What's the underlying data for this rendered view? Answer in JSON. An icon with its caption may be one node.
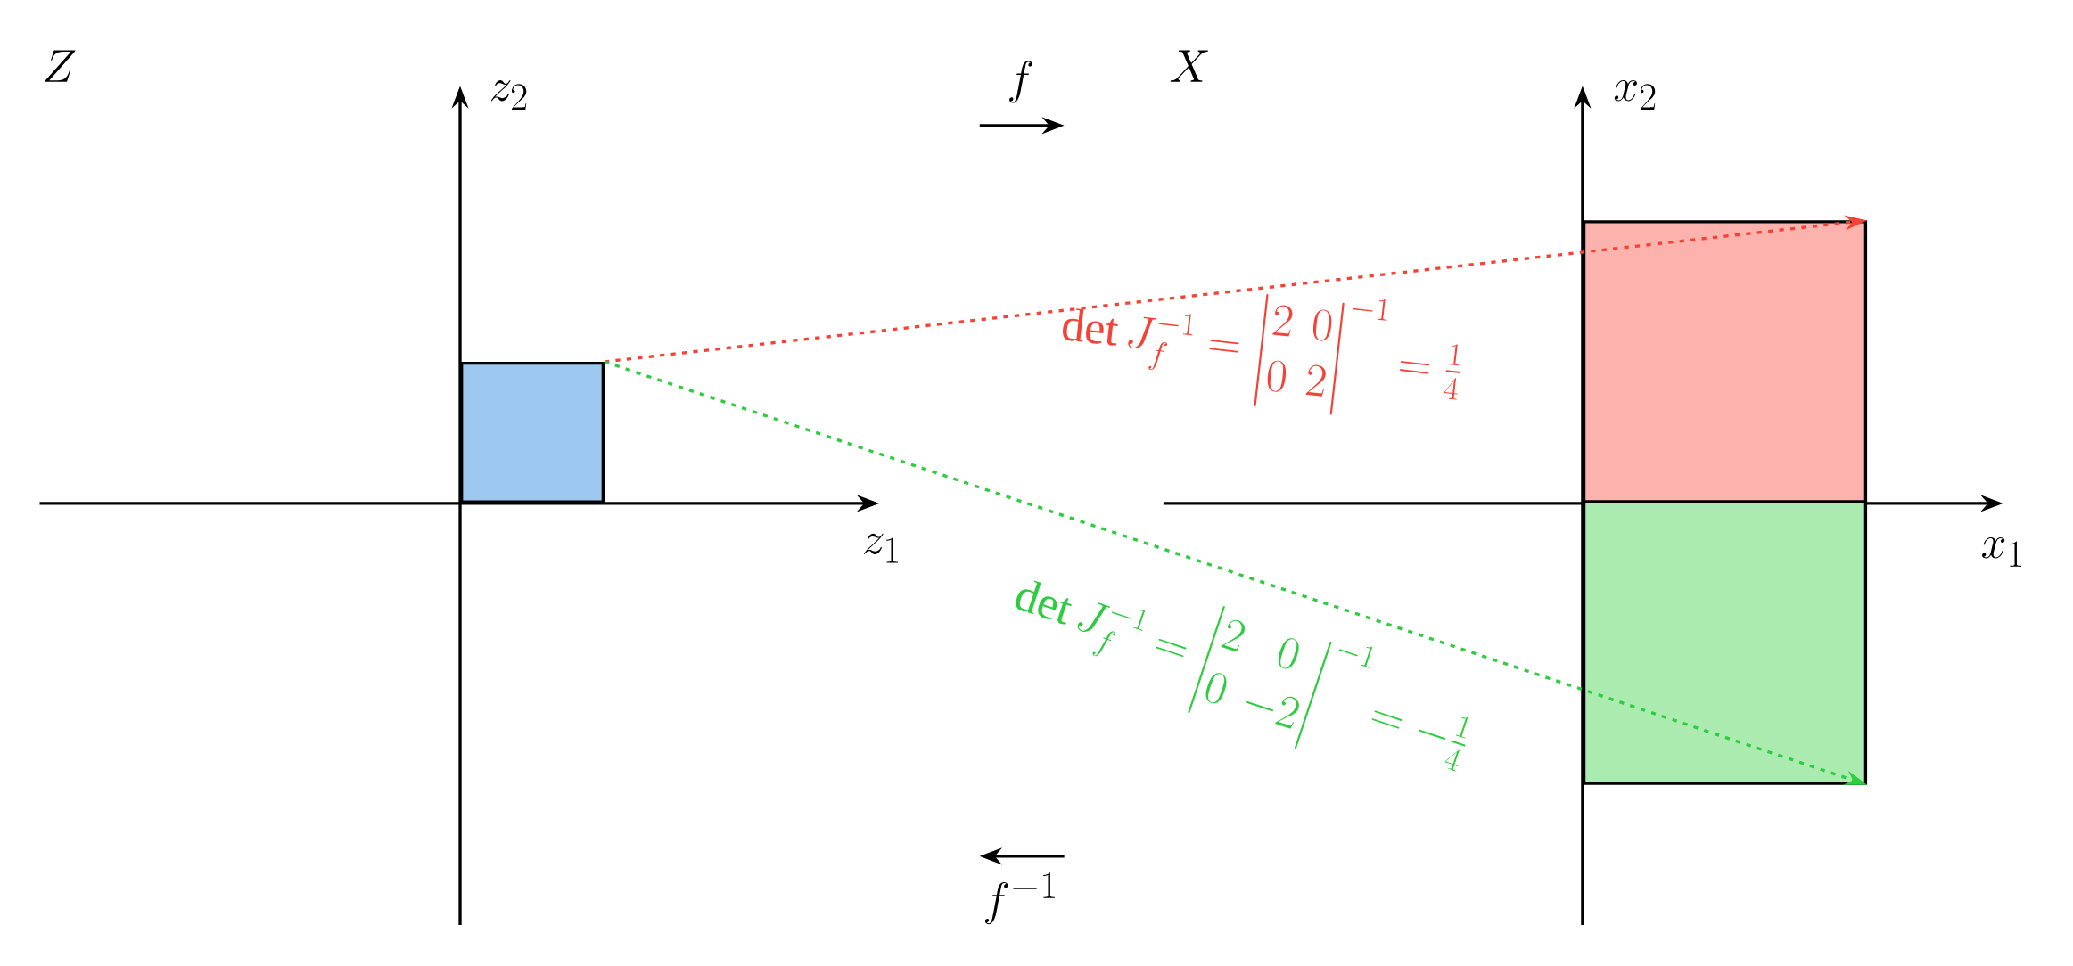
{
  "diagram": {
    "nodes": [
      {
        "text": [],
        "shape": "box"
      },
      {
        "text": [],
        "shape": "box"
      },
      {
        "text": [],
        "shape": "box"
      }
    ],
    "edges": [
      {
        "from": 0,
        "to": 1,
        "arrow": "to",
        "style": "dashed",
        "color": "#f44336",
        "label": "\\det J_f^{-1} = \\begin{vmatrix}2 & 0\\\\ 0 & 2\\end{vmatrix}^{-1} = \\frac{1}{4}"
      },
      {
        "from": 0,
        "to": 2,
        "arrow": "to",
        "style": "dashed",
        "color": "#2ecc40",
        "label": "\\det J_f^{-1} = \\begin{vmatrix}2 & 0\\\\ 0 & -2\\end{vmatrix}^{-1} = -\\frac{1}{4}"
      }
    ],
    "labels": [
      "Z",
      "z_2",
      "f",
      "X",
      "x_2",
      "z_1",
      "x_1",
      "f^{-1}"
    ]
  }
}
